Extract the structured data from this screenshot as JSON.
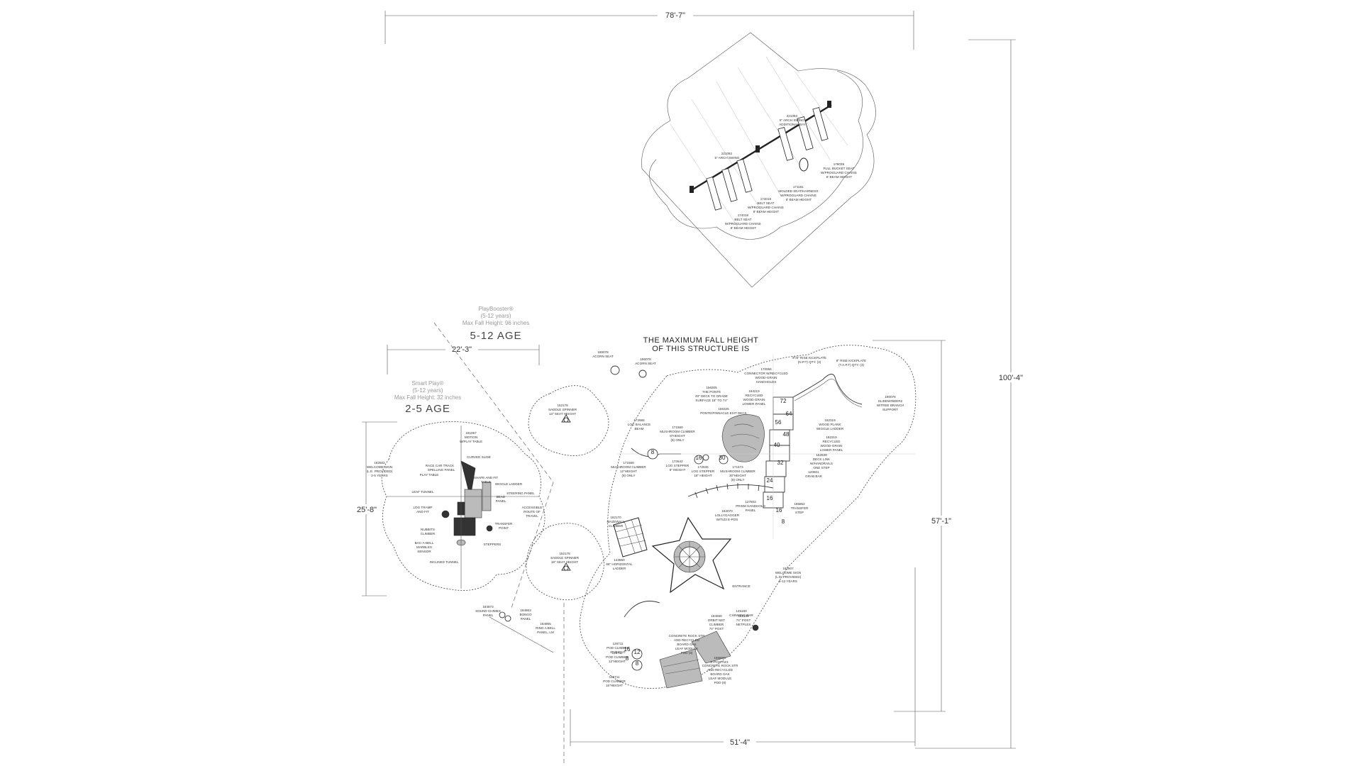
{
  "dimensions": {
    "overall_width": "78'-7\"",
    "overall_height": "100'-4\"",
    "age_5_12_width": "22'-3\"",
    "age_2_5_height": "25'-8\"",
    "main_height": "57'-1\"",
    "main_width": "51'-4\""
  },
  "zones": {
    "playbooster": {
      "line1": "PlayBooster®",
      "line2": "(5-12 years)",
      "line3": "Max Fall Height: 96 inches",
      "age": "5-12 AGE"
    },
    "smartplay": {
      "line1": "Smart Play®",
      "line2": "(5-12 years)",
      "line3": "Max Fall Height: 32 inches",
      "age": "2-5 AGE"
    }
  },
  "fall_height_note": {
    "line1": "THE MAXIMUM FALL HEIGHT",
    "line2": "OF THIS STRUCTURE IS"
  },
  "swing_labels": [
    {
      "id": "swing-arch-additional",
      "lines": [
        "221093",
        "5\" ARCH SWING",
        "ADDITIONAL BAY"
      ]
    },
    {
      "id": "swing-arch",
      "lines": [
        "221092",
        "5\" ARCH SWING"
      ]
    },
    {
      "id": "full-bucket",
      "lines": [
        "179039",
        "FULL BUCKET SEAT",
        "W/PROGUARD CHAINS",
        "8' BEAM HEIGHT"
      ]
    },
    {
      "id": "molded-seat",
      "lines": [
        "171161",
        "MOLDED SEAT/HARNESS",
        "W/PROGUARD CHAINS",
        "8' BEAM HEIGHT"
      ]
    },
    {
      "id": "belt-seat-1",
      "lines": [
        "174018",
        "BELT SEAT",
        "W/PROGUARD CHAINS",
        "8' BEAM HEIGHT"
      ]
    },
    {
      "id": "belt-seat-2",
      "lines": [
        "174018",
        "BELT SEAT",
        "W/PROGUARD CHAINS",
        "8' BEAM HEIGHT"
      ]
    }
  ],
  "labels_2_5": [
    {
      "id": "motion-table",
      "lines": [
        "181057",
        "MOTION",
        "W/PLAY TABLE"
      ]
    },
    {
      "id": "curved-slide",
      "lines": [
        "CURVED SLIDE"
      ]
    },
    {
      "id": "race-car-track",
      "lines": [
        "RACE CAR TRACK"
      ]
    },
    {
      "id": "spelling-panel",
      "lines": [
        "SPELLING PANEL"
      ]
    },
    {
      "id": "play-table",
      "lines": [
        "PLAY TABLE"
      ]
    },
    {
      "id": "shape-fit",
      "lines": [
        "SHAPE AND FIT",
        "TABLE"
      ]
    },
    {
      "id": "wiggle-ladder",
      "lines": [
        "WIGGLE LADDER"
      ]
    },
    {
      "id": "steering-panel",
      "lines": [
        "STEERING PANEL"
      ]
    },
    {
      "id": "leaf-tunnel",
      "lines": [
        "LEAF TUNNEL"
      ]
    },
    {
      "id": "bead-panel",
      "lines": [
        "BEAD",
        "PANEL"
      ]
    },
    {
      "id": "accessible-route",
      "lines": [
        "ACCESSIBLE",
        "ROUTE OF",
        "TRAVEL"
      ]
    },
    {
      "id": "log-tramp",
      "lines": [
        "LOG TRAMP",
        "AND FIT"
      ]
    },
    {
      "id": "transfer-point",
      "lines": [
        "TRANSFER",
        "POINT"
      ]
    },
    {
      "id": "nubbits-climber",
      "lines": [
        "NUBBITS",
        "CLIMBER"
      ]
    },
    {
      "id": "bac-a-bell",
      "lines": [
        "BAC-A-BELL",
        "MARBLES",
        "SENSOR"
      ]
    },
    {
      "id": "steppers",
      "lines": [
        "STEPPERS"
      ]
    },
    {
      "id": "inclined-tunnel",
      "lines": [
        "INCLINED TUNNEL"
      ]
    },
    {
      "id": "welcome-sign-25",
      "lines": [
        "182502",
        "WELCOME SIGN",
        "(L.E. PROVIDED)",
        "2-5 YEARS"
      ]
    }
  ],
  "labels_main": [
    {
      "id": "saddle-spinner-top",
      "lines": [
        "152178",
        "SADDLE SPINNER",
        "13\" SEAT HEIGHT"
      ]
    },
    {
      "id": "saddle-spinner-bottom",
      "lines": [
        "152178",
        "SADDLE SPINNER",
        "18\" SEAT HEIGHT"
      ]
    },
    {
      "id": "acorn-seat-1",
      "lines": [
        "186078",
        "ACORN SEAT"
      ]
    },
    {
      "id": "acorn-seat-2",
      "lines": [
        "186078",
        "ACORN SEAT"
      ]
    },
    {
      "id": "log-balance-beam",
      "lines": [
        "172686",
        "LOG BALANCE",
        "BEAM"
      ]
    },
    {
      "id": "mushroom-climber-1",
      "lines": [
        "171560",
        "MUSHROOM CLIMBER",
        "8\"HEIGHT",
        "(8) ONLY"
      ]
    },
    {
      "id": "mushroom-climber-2",
      "lines": [
        "171560",
        "MUSHROOM CLIMBER",
        "12\"HEIGHT",
        "(8) ONLY"
      ]
    },
    {
      "id": "log-stepper-8",
      "lines": [
        "172642",
        "LOG STEPPER",
        "8\" HEIGHT"
      ]
    },
    {
      "id": "log-stepper-16",
      "lines": [
        "172636",
        "LOG STEPPER",
        "16\" HEIGHT"
      ]
    },
    {
      "id": "mushroom-climber-30",
      "lines": [
        "171573",
        "MUSHROOM CLIMBER",
        "30\"HEIGHT",
        "(8) ONLY"
      ]
    },
    {
      "id": "the-ponte",
      "lines": [
        "156305",
        "THE PONTE",
        "40\" DECK TO GRADE",
        "SURFACE 18\" TO 74\""
      ]
    },
    {
      "id": "ponte-pinnacle",
      "lines": [
        "156325",
        "PONTE/PINNACLE EXIT DECK"
      ]
    },
    {
      "id": "recycled-panel",
      "lines": [
        "184219",
        "RECYCLED",
        "WOOD-GRAIN",
        "LOWER PANEL"
      ]
    },
    {
      "id": "connector",
      "lines": [
        "170066",
        "CONNECTOR W/RECYCLED",
        "WOOD-GRAIN",
        "HANDHOLDS"
      ]
    },
    {
      "id": "kickplate-1",
      "lines": [
        "8\"/8\" RISE KICKPLATE",
        "(N.P.T) QTY. (3)"
      ]
    },
    {
      "id": "kickplate-2",
      "lines": [
        "8\" RISE KICKPLATE",
        "(T.A.P.T) QTY. (3)"
      ]
    },
    {
      "id": "slide-support",
      "lines": [
        "180076",
        "SLIDEWINDER2",
        "W/TREE BRANCH",
        "SUPPORT"
      ]
    },
    {
      "id": "wood-plank",
      "lines": [
        "182319",
        "WOOD PLANK",
        "WIGGLE LADDER"
      ]
    },
    {
      "id": "recycled-panel-2",
      "lines": [
        "182319",
        "RECYCLED",
        "WOOD-GRAIN",
        "LOWER PANEL"
      ]
    },
    {
      "id": "deck-link",
      "lines": [
        "152639",
        "DECK LINK",
        "W/HANDRAILS",
        "ONE STEP"
      ]
    },
    {
      "id": "grab-bar",
      "lines": [
        "120601",
        "GRAB BAR"
      ]
    },
    {
      "id": "transfer-step",
      "lines": [
        "185852",
        "TRANSFER",
        "STEP"
      ]
    },
    {
      "id": "prism-handhold",
      "lines": [
        "127503",
        "PRISM HANDHOLD",
        "PANEL"
      ]
    },
    {
      "id": "lollygagger",
      "lines": [
        "182070",
        "LOLLYGAGGER",
        "W/TIZ3 E-POS"
      ]
    },
    {
      "id": "mazewall-climber",
      "lines": [
        "182170",
        "MAZEWALL",
        "CLIMBER"
      ]
    },
    {
      "id": "horizontal-ladder",
      "lines": [
        "143860",
        "66\" HORIZONTAL",
        "LADDER"
      ]
    },
    {
      "id": "welcome-sign-512",
      "lines": [
        "182507",
        "WELCOME SIGN",
        "(L.E. PROVIDED)",
        "5-12 YEARS"
      ]
    },
    {
      "id": "entrance",
      "lines": [
        "ENTRANCE"
      ]
    },
    {
      "id": "orbit-net",
      "lines": [
        "184558",
        "ORBIT NET",
        "CLIMBER",
        "74\" POST"
      ]
    },
    {
      "id": "netplex",
      "lines": [
        "182130",
        "74\" POST",
        "NETPLEX"
      ]
    },
    {
      "id": "chinning-bar",
      "lines": [
        "145180",
        "CHINNING BAR"
      ]
    },
    {
      "id": "rock-stair",
      "lines": [
        "CONCRETE ROCK STR",
        "AND RECYCLED",
        "BOARD OAK",
        "LEAF MODULE",
        "POD (8)"
      ]
    },
    {
      "id": "pod-climber-1",
      "lines": [
        "126711",
        "POD CLIMBER",
        "8\"HEIGHT"
      ]
    },
    {
      "id": "pod-climber-2",
      "lines": [
        "126711",
        "POD CLIMBER",
        "12\"HEIGHT"
      ]
    },
    {
      "id": "pod-climber-3",
      "lines": [
        "126711",
        "POD CLIMBER",
        "16\"HEIGHT"
      ]
    },
    {
      "id": "e-pos",
      "lines": [
        "186609",
        "E-POS/TIZ3"
      ]
    },
    {
      "id": "rock-stair-2",
      "lines": [
        "CONCRETE ROCK STR",
        "AND RECYCLED",
        "BOARD OAK",
        "LEAF MODULE",
        "POD (8)"
      ]
    },
    {
      "id": "sound-chimes",
      "lines": [
        "184873",
        "SOUND CHIMES",
        "PANEL"
      ]
    },
    {
      "id": "bongo-panel",
      "lines": [
        "184863",
        "BONGO",
        "PANEL"
      ]
    },
    {
      "id": "ring-bell",
      "lines": [
        "184865",
        "RING A BELL",
        "PANEL, LM"
      ]
    }
  ],
  "deck_heights": [
    "72",
    "64",
    "56",
    "48",
    "40",
    "32",
    "24",
    "16",
    "16",
    "8",
    "30",
    "16",
    "8",
    "16",
    "12",
    "8",
    "8"
  ],
  "colors": {
    "line": "#333333",
    "background": "#ffffff",
    "faint_text": "#999999"
  }
}
